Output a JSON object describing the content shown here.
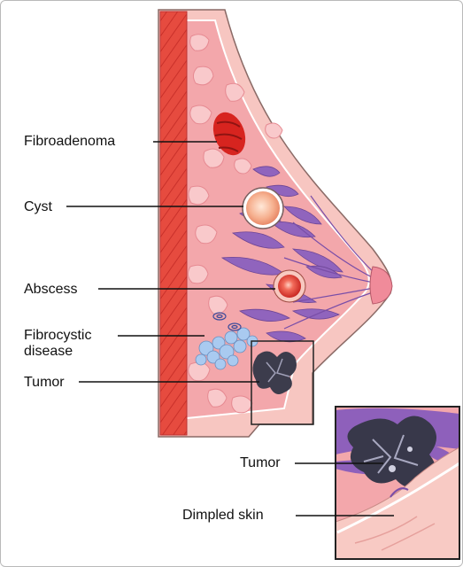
{
  "labels": {
    "fibroadenoma": "Fibroadenoma",
    "cyst": "Cyst",
    "abscess": "Abscess",
    "fibrocystic_line1": "Fibrocystic",
    "fibrocystic_line2": "disease",
    "tumor": "Tumor",
    "inset_tumor": "Tumor",
    "dimpled_skin": "Dimpled skin"
  },
  "colors": {
    "muscle": "#e8463c",
    "tissue": "#f6b7b5",
    "lobule": "#ee8e93",
    "duct": "#8f62b8",
    "lesion": "#e3312c",
    "tumor": "#3b3b4a",
    "fibrocystic": "#a7c9ef"
  }
}
